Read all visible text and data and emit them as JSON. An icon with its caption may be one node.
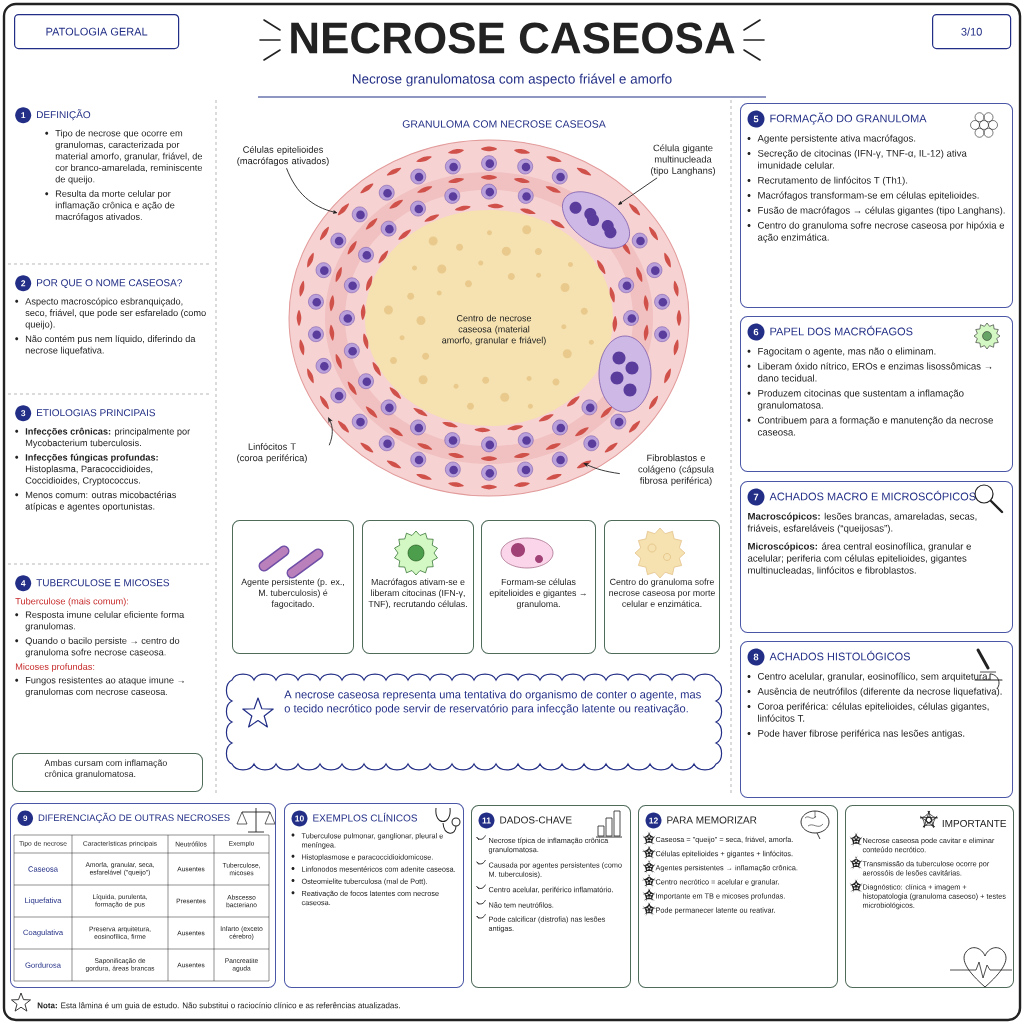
{
  "diagram": {
    "title": "NECROSE CASEOSA",
    "nodes": [
      {
        "text": [
          "PATOLOGIA GERAL"
        ]
      },
      {
        "text": [
          "3/10"
        ]
      },
      {
        "text": [
          "1",
          "DEFINIÇÃO",
          "Tipo de necrose que ocorre em granulomas, caracterizada por material amorfo, granular, friável, de cor branco-amarelada, reminiscente de queijo.",
          "Resulta da morte celular por inflamação crônica e ação de macrófagos ativados."
        ]
      },
      {
        "text": [
          "2",
          "POR QUE O NOME CASEOSA?",
          "Aspecto macroscópico esbranquiçado, seco, friável, que pode ser esfarelado (como queijo).",
          "Não contém pus nem líquido, diferindo da necrose liquefativa."
        ]
      },
      {
        "text": [
          "3",
          "ETIOLOGIAS PRINCIPAIS",
          "**Infecções crônicas:** principalmente por Mycobacterium tuberculosis.",
          "**Infecções fúngicas profundas:** Histoplasma, Paracoccidioides, Coccidioides, Cryptococcus.",
          "Menos comum: outras micobactérias atípicas e agentes oportunistas."
        ]
      },
      {
        "text": [
          "4",
          "TUBERCULOSE E MICOSES",
          "Tuberculose (mais comum):",
          "Resposta imune celular eficiente forma granulomas.",
          "Quando o bacilo persiste → centro do granuloma sofre necrose caseosa.",
          "Micoses profundas:",
          "Fungos resistentes ao ataque imune → granulomas com necrose caseosa."
        ]
      },
      {
        "text": [
          "Ambas cursam com inflamação crônica granulomatosa."
        ],
        "in": 5
      },
      {
        "text": [
          "Células epitelioides (macrófagos ativados)"
        ]
      },
      {
        "text": [
          "Célula gigante multinucleada (tipo Langhans)"
        ]
      },
      {
        "text": [
          "Linfócitos T (coroa periférica)"
        ]
      },
      {
        "text": [
          "Fibroblastos e colágeno (cápsula fibrosa periférica)"
        ]
      },
      {
        "text": [
          "Agente persistente (p. ex., M. tuberculosis) é fagocitado."
        ]
      },
      {
        "text": [
          "Macrófagos ativam-se e liberam citocinas (IFN-γ, TNF), recrutando células."
        ]
      },
      {
        "text": [
          "Formam-se células epitelioides e gigantes → granuloma."
        ]
      },
      {
        "text": [
          "Centro do granuloma sofre necrose caseosa por morte celular e enzimática."
        ]
      },
      {
        "text": [
          "A necrose caseosa representa uma tentativa do organismo de conter o agente, mas o tecido necrótico pode servir de reservatório para infecção latente ou reativação."
        ]
      },
      {
        "text": [
          "5",
          "FORMAÇÃO DO GRANULOMA",
          "Agente persistente ativa macrófagos.",
          "Secreção de citocinas (IFN-γ, TNF-α, IL-12) ativa imunidade celular.",
          "Recrutamento de linfócitos T (Th1).",
          "Macrófagos transformam-se em células epitelioides.",
          "Fusão de macrófagos → células gigantes (tipo Langhans).",
          "Centro do granuloma sofre necrose caseosa por hipóxia e ação enzimática."
        ]
      },
      {
        "text": [
          "6",
          "PAPEL DOS MACRÓFAGOS",
          "Fagocitam o agente, mas não o eliminam.",
          "Liberam óxido nítrico, EROs e enzimas lisossômicas → dano tecidual.",
          "Produzem citocinas que sustentam a inflamação granulomatosa.",
          "Contribuem para a formação e manutenção da necrose caseosa."
        ]
      },
      {
        "text": [
          "7",
          "ACHADOS MACRO E MICROSCÓPICOS",
          "**Macroscópicos:** lesões brancas, amareladas, secas, friáveis, esfareláveis (“queijosas”).",
          "**Microscópicos:** área central eosinofílica, granular e acelular; periferia com células epitelioides, gigantes multinucleadas, linfócitos e fibroblastos."
        ]
      },
      {
        "text": [
          "8",
          "ACHADOS HISTOLÓGICOS",
          "Centro acelular, granular, eosinofílico, sem arquitetura.",
          "Ausência de neutrófilos (diferente da necrose liquefativa).",
          "Coroa periférica: células epitelioides, células gigantes, linfócitos T.",
          "Pode haver fibrose periférica nas lesões antigas."
        ]
      },
      {
        "text": [
          "9",
          "DIFERENCIAÇÃO DE OUTRAS NECROSES"
        ]
      },
      {
        "text": [
          "10",
          "EXEMPLOS CLÍNICOS",
          "Tuberculose pulmonar, ganglionar, pleural e meníngea.",
          "Histoplasmose e paracoccidioidomicose.",
          "Linfonodos mesentéricos com adenite caseosa.",
          "Osteomielite tuberculosa (mal de Pott).",
          "Reativação de focos latentes com necrose caseosa."
        ]
      },
      {
        "text": [
          "11",
          "DADOS-CHAVE",
          "Necrose típica de inflamação crônica granulomatosa.",
          "Causada por agentes persistentes (como M. tuberculosis).",
          "Centro acelular, periférico inflamatório.",
          "Não tem neutrófilos.",
          "Pode calcificar (distrofia) nas lesões antigas."
        ]
      },
      {
        "text": [
          "12",
          "PARA MEMORIZAR",
          "Caseosa = \"queijo\" = seca, friável, amorfa.",
          "Células epitelioides + gigantes + linfócitos.",
          "Agentes persistentes → inflamação crônica.",
          "Centro necrótico = acelular e granular.",
          "Importante em TB e micoses profundas.",
          "Pode permanecer latente ou reativar."
        ]
      },
      {
        "text": [
          "IMPORTANTE",
          "Necrose caseosa pode cavitar e eliminar conteúdo necrótico.",
          "Transmissão da tuberculose ocorre por aerossóis de lesões cavitárias.",
          "Diagnóstico: clínica + imagem + histopatologia (granuloma caseoso) + testes microbiológicos."
        ]
      },
      {
        "text": [],
        "shape": "picture"
      }
    ],
    "edges": [
      {
        "from": 7,
        "to": null,
        "arrow": "to"
      },
      {
        "from": 8,
        "to": 25,
        "arrow": "to"
      },
      {
        "from": 9,
        "to": null,
        "arrow": "to"
      },
      {
        "from": 10,
        "to": null,
        "arrow": "to"
      }
    ],
    "labels": [
      "Necrose granulomatosa com aspecto friável e amorfo",
      "GRANULOMA COM NECROSE CASEOSA",
      "Centro de necrose caseosa (material amorfo, granular e friável)",
      "Tipo de necrose",
      "Características principais",
      "Neutrófilos",
      "Exemplo",
      "Caseosa",
      "Amorfa, granular, seca, esfarelável (\"queijo\")",
      "Ausentes",
      "Tuberculose, micoses",
      "Liquefativa",
      "Líquida, purulenta, formação de pus",
      "Presentes",
      "Abscesso bacteriano",
      "Coagulativa",
      "Preserva arquitetura, eosinofílica, firme",
      "Ausentes",
      "Infarto (exceto cérebro)",
      "Gordurosa",
      "Saponificação de gordura, áreas brancas",
      "Ausentes",
      "Pancreatite aguda",
      "**Nota:** Esta lâmina é um guia de estudo. Não substitui o raciocínio clínico e as referências atualizadas."
    ]
  }
}
